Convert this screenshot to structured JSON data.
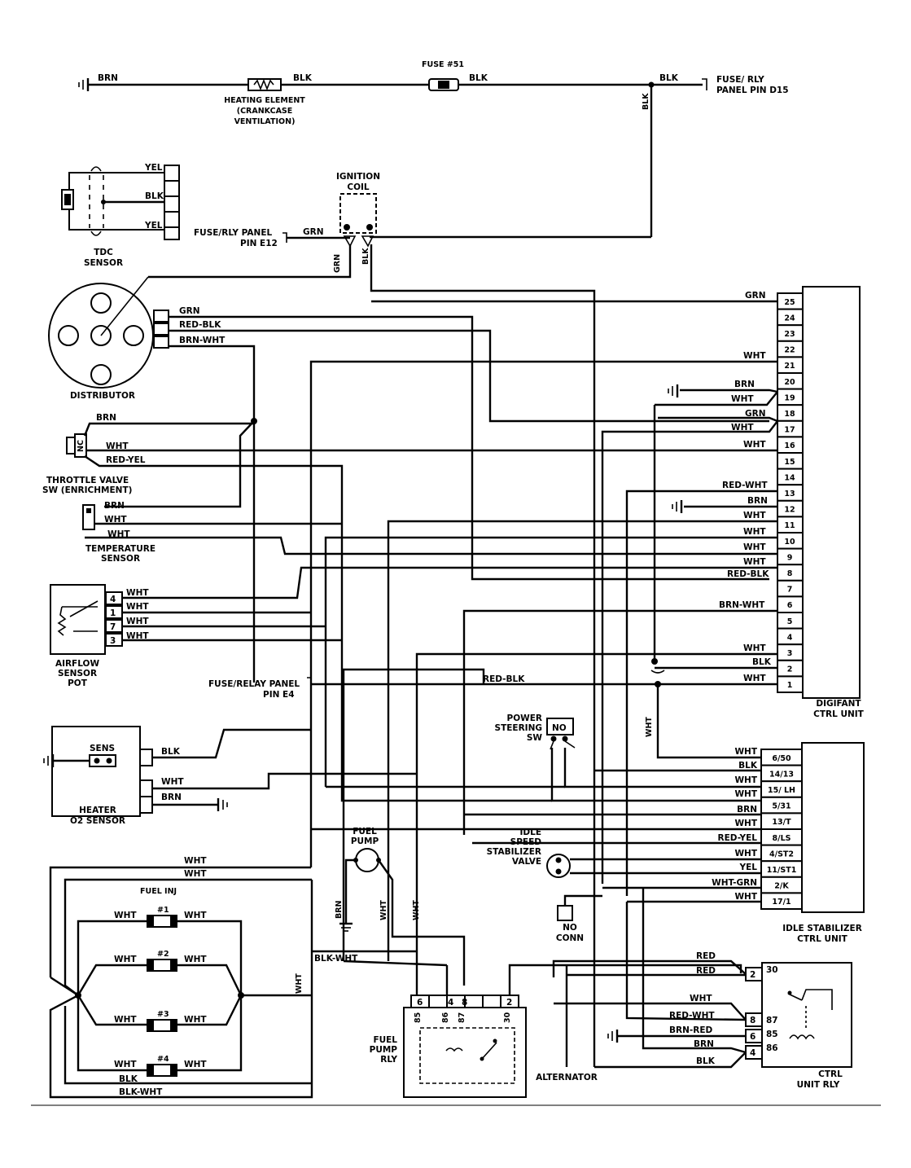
{
  "top": {
    "brn": "BRN",
    "heating_element": [
      "HEATING ELEMENT",
      "(CRANKCASE",
      "VENTILATION)"
    ],
    "blk1": "BLK",
    "fuse_label": "FUSE #51",
    "blk2": "BLK",
    "blk3": "BLK",
    "fuse_rly_panel": [
      "FUSE/ RLY",
      "PANEL PIN D15"
    ],
    "blk_vertical": "BLK"
  },
  "tdc": {
    "label": [
      "TDC",
      "SENSOR"
    ],
    "wires": [
      "YEL",
      "BLK",
      "YEL"
    ]
  },
  "ignition": {
    "label": [
      "IGNITION",
      "COIL"
    ],
    "fuse_panel": [
      "FUSE/RLY PANEL",
      "PIN E12"
    ],
    "grn": "GRN",
    "grn_v": "GRN",
    "blk_v": "BLK"
  },
  "distributor": {
    "label": "DISTRIBUTOR",
    "wires": [
      "GRN",
      "RED-BLK",
      "BRN-WHT"
    ]
  },
  "throttle": {
    "label": [
      "THROTTLE VALVE",
      "SW (ENRICHMENT)"
    ],
    "switch_text": "NC",
    "wires": [
      "BRN",
      "WHT",
      "RED-YEL"
    ]
  },
  "temperature": {
    "label": [
      "TEMPERATURE",
      "SENSOR"
    ],
    "wires": [
      "BRN",
      "WHT",
      "WHT"
    ]
  },
  "airflow": {
    "label": [
      "AIRFLOW",
      "SENSOR",
      "POT"
    ],
    "pins": [
      "4",
      "1",
      "7",
      "3"
    ],
    "wires": [
      "WHT",
      "WHT",
      "WHT",
      "WHT"
    ]
  },
  "fuse_e4": {
    "label": [
      "FUSE/RELAY PANEL",
      "PIN E4"
    ],
    "wire": "RED-BLK"
  },
  "digifant": {
    "label": [
      "DIGIFANT",
      "CTRL UNIT"
    ],
    "pins": [
      "25",
      "24",
      "23",
      "22",
      "21",
      "20",
      "19",
      "18",
      "17",
      "16",
      "15",
      "14",
      "13",
      "12",
      "11",
      "10",
      "9",
      "8",
      "7",
      "6",
      "5",
      "4",
      "3",
      "2",
      "1"
    ],
    "labels": {
      "g25": "GRN",
      "w21": "WHT",
      "b19": "BRN",
      "w19": "WHT",
      "g18": "GRN",
      "w18": "WHT",
      "w17": "WHT",
      "rw14": "RED-WHT",
      "b13": "BRN",
      "w12": "WHT",
      "w11": "WHT",
      "w10": "WHT",
      "w9": "WHT",
      "rb8": "RED-BLK",
      "bw6": "BRN-WHT",
      "w3": "WHT",
      "k2": "BLK",
      "w1": "WHT"
    },
    "wht_vertical": "WHT"
  },
  "o2": {
    "label": [
      "HEATER",
      "O2 SENSOR"
    ],
    "sens": "SENS",
    "blk": "BLK",
    "wht": "WHT",
    "brn": "BRN"
  },
  "power_steering": {
    "label": [
      "POWER",
      "STEERING",
      "SW"
    ],
    "switch_text": "NO"
  },
  "idle_stab": {
    "label": [
      "IDLE STABILIZER",
      "CTRL UNIT"
    ],
    "pins": [
      "6/50",
      "14/13",
      "15/ LH",
      "5/31",
      "13/T",
      "8/LS",
      "4/ST2",
      "11/ST1",
      "2/K",
      "17/1"
    ],
    "wires": [
      "WHT",
      "BLK",
      "WHT",
      "WHT",
      "BRN",
      "WHT",
      "RED-YEL",
      "WHT",
      "YEL",
      "WHT-GRN",
      "WHT"
    ]
  },
  "idle_valve": {
    "label": [
      "IDLE",
      "SPEED",
      "STABILIZER",
      "VALVE"
    ]
  },
  "no_conn": {
    "label": [
      "NO",
      "CONN"
    ]
  },
  "fuel_pump": {
    "label": [
      "FUEL",
      "PUMP"
    ],
    "brn": "BRN",
    "wht1": "WHT",
    "wht2": "WHT"
  },
  "fuel_inj": {
    "label": "FUEL INJ",
    "injectors": [
      "#1",
      "#2",
      "#3",
      "#4"
    ],
    "wht": "WHT",
    "blk": "BLK",
    "blk_wht": "BLK-WHT",
    "wht_top1": "WHT",
    "wht_top2": "WHT",
    "wht_v": "WHT",
    "blk_wht_run": "BLK-WHT"
  },
  "fuel_pump_rly": {
    "label": [
      "FUEL",
      "PUMP",
      "RLY"
    ],
    "pins": [
      "6",
      "4",
      "8",
      "2"
    ],
    "terms": [
      "85",
      "86",
      "87",
      "30"
    ]
  },
  "alternator": {
    "label": "ALTERNATOR"
  },
  "ctrl_unit_rly": {
    "label": [
      "CTRL",
      "UNIT RLY"
    ],
    "pins": [
      "2",
      "8",
      "6",
      "4"
    ],
    "terms": [
      "30",
      "87",
      "85",
      "86"
    ],
    "wires": [
      "RED",
      "RED",
      "WHT",
      "RED-WHT",
      "BRN-RED",
      "BRN",
      "BLK"
    ]
  }
}
